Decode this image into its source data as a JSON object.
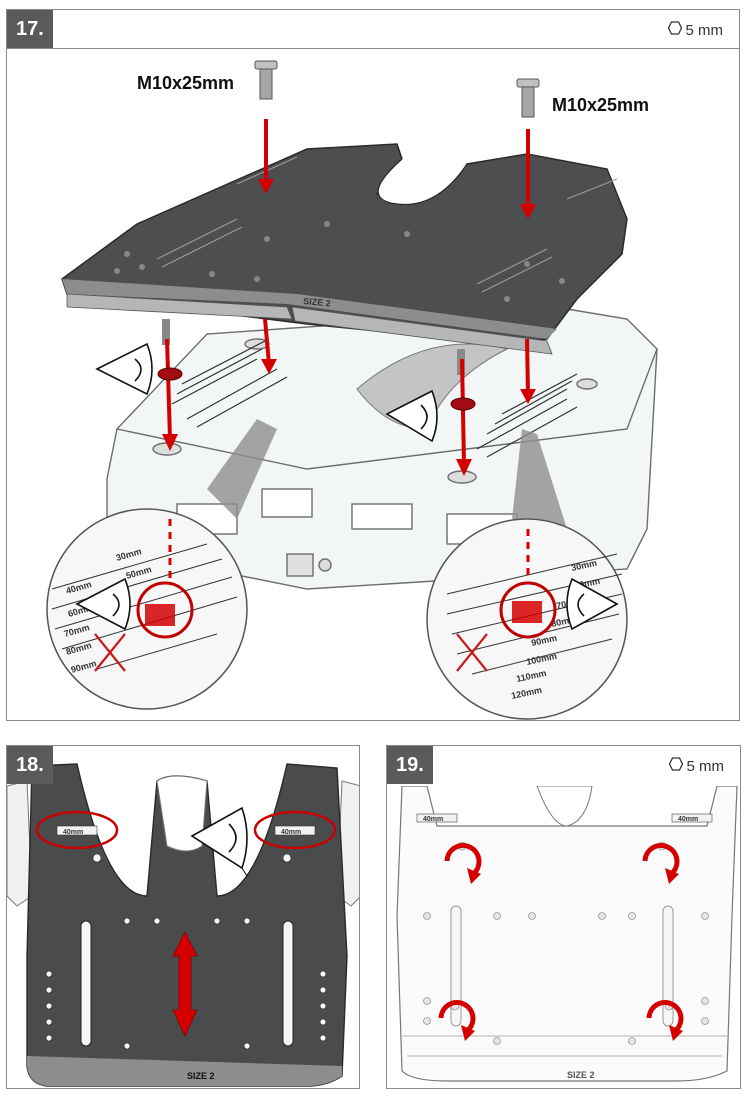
{
  "steps": [
    {
      "number": "17.",
      "tool": "5 mm",
      "screw_left": "M10x25mm",
      "screw_right": "M10x25mm",
      "plate_marks": [
        "SIZE 2"
      ],
      "scale_labels_left": [
        "30mm",
        "40mm",
        "50mm",
        "60mm",
        "70mm",
        "80mm",
        "90mm"
      ],
      "scale_labels_right": [
        "30mm",
        "40mm",
        "70mm",
        "80mm",
        "90mm",
        "100mm",
        "110mm",
        "120mm"
      ]
    },
    {
      "number": "18.",
      "tag_left": "40mm",
      "tag_right": "40mm",
      "size_mark": "SIZE 2"
    },
    {
      "number": "19.",
      "tool": "5 mm",
      "tag_left": "40mm",
      "tag_right": "40mm",
      "size_mark": "SIZE 2"
    }
  ],
  "colors": {
    "arrow": "#d40000",
    "badge": "#5a5a5a",
    "plate_dark": "#4a4a4a",
    "border": "#8a8a8a"
  },
  "icons": [
    "hex-key-icon",
    "eye-icon",
    "cross-mark-icon",
    "rotate-arrow-icon",
    "double-arrow-icon"
  ]
}
